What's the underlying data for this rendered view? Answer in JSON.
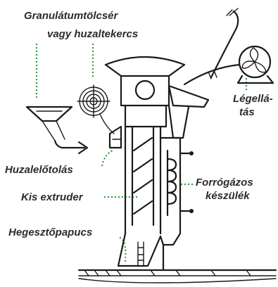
{
  "diagram": {
    "labels": {
      "hopper_line1": "Granulátumtölcsér",
      "hopper_line2": "vagy huzaltekercs",
      "air_line1": "Légellá-",
      "air_line2": "tás",
      "wire_feed": "Huzalelőtolás",
      "hot_gas_line1": "Forrógázos",
      "hot_gas_line2": "készülék",
      "small_extruder": "Kis extruder",
      "welding_shoe": "Hegesztőpapucs"
    },
    "colors": {
      "line": "#1a1a1a",
      "leader": "#2e9e3e",
      "text": "#2b2b2b"
    }
  }
}
